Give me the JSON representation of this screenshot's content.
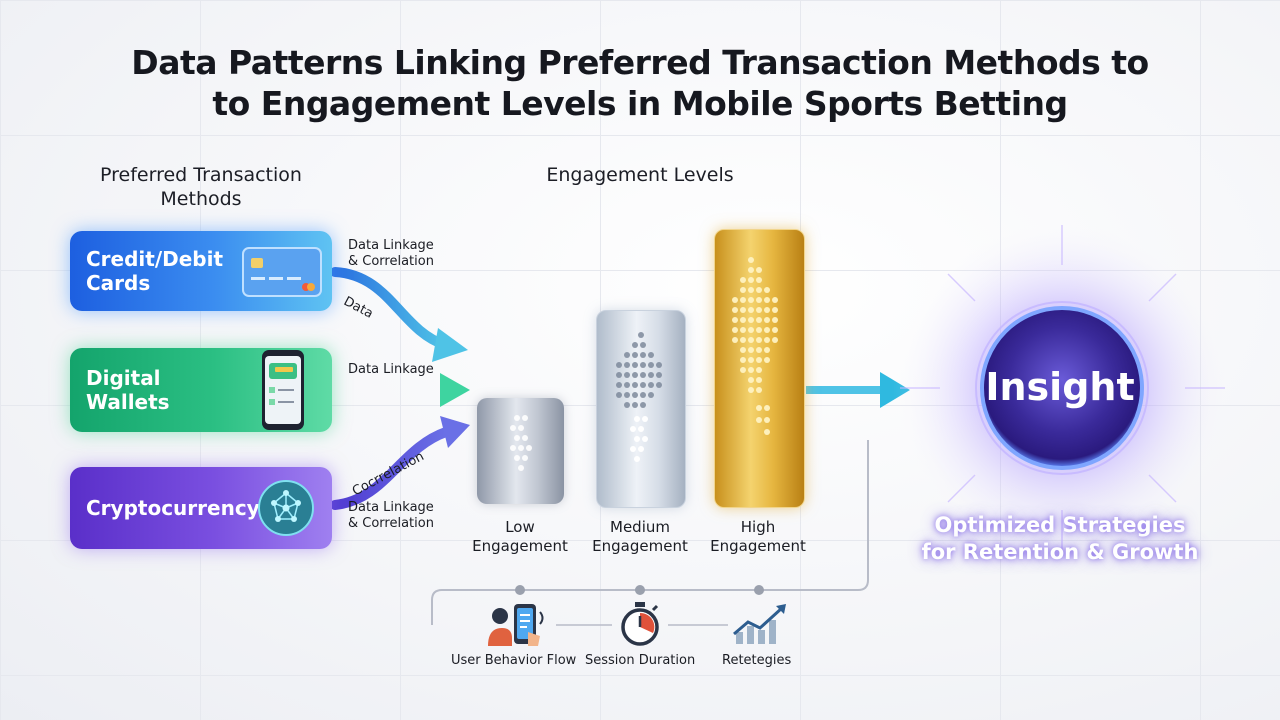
{
  "title": {
    "line1": "Data Patterns Linking Preferred Transaction Methods to",
    "line2": "to Engagement Levels in Mobile Sports Betting"
  },
  "methods_header": {
    "line1": "Preferred Transaction",
    "line2": "Methods"
  },
  "engagement_header": "Engagement Levels",
  "methods": [
    {
      "label": "Credit/Debit Cards",
      "icon": "credit-card-icon",
      "color": "#2f7de8"
    },
    {
      "label": "Digital Wallets",
      "icon": "smartphone-wallet-icon",
      "color": "#22b57a"
    },
    {
      "label": "Cryptocurrency",
      "icon": "crypto-network-icon",
      "color": "#6c3fd8"
    }
  ],
  "connectors": {
    "top_label": {
      "line1": "Data Linkage",
      "line2": "& Correlation"
    },
    "top_curve": "Data",
    "middle_label": "Data Linkage",
    "bottom_curve": "Cocrrelation",
    "bottom_label": {
      "line1": "Data Linkage",
      "line2": "& Correlation"
    }
  },
  "engagement": [
    {
      "label": {
        "line1": "Low",
        "line2": "Engagement"
      },
      "color": "#a9b1be"
    },
    {
      "label": {
        "line1": "Medium",
        "line2": "Engagement"
      },
      "color": "#c9d3df"
    },
    {
      "label": {
        "line1": "High",
        "line2": "Engagement"
      },
      "color": "#e9b944"
    }
  ],
  "insight": {
    "label": "Insight",
    "caption": {
      "line1": "Optimized Strategies",
      "line2": "for Retention & Growth"
    },
    "color": "#6b4be6"
  },
  "bottom_metrics": [
    {
      "label": "User Behavior Flow",
      "icon": "user-phone-icon"
    },
    {
      "label": "Session Duration",
      "icon": "stopwatch-icon"
    },
    {
      "label": "Retetegies",
      "icon": "growth-chart-icon"
    }
  ],
  "colors": {
    "arrow_blue": "#4fc3e6",
    "arrow_green": "#3ed4a0",
    "arrow_purple": "#6a55dd",
    "accent_red": "#e0523a"
  }
}
